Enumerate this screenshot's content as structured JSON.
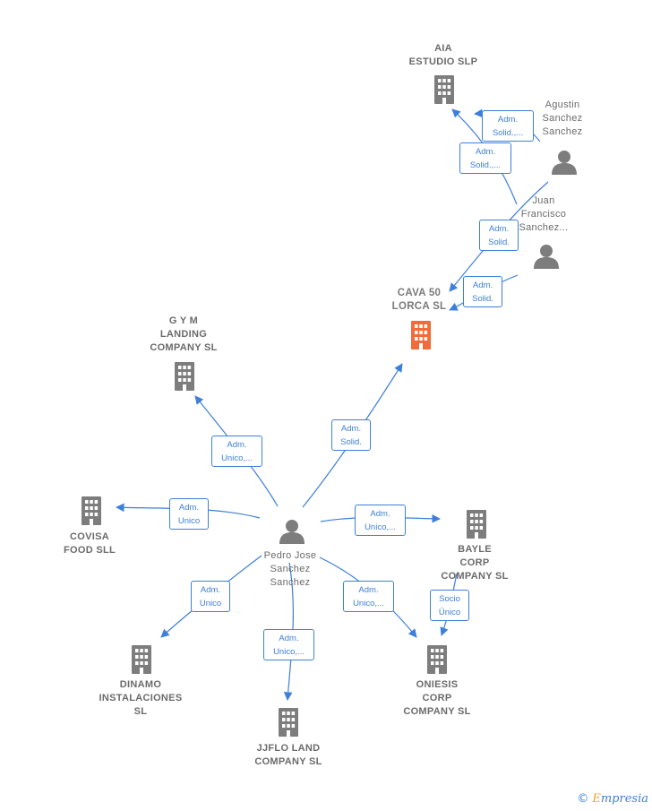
{
  "colors": {
    "edge": "#3d7fd9",
    "building": "#7d7d7d",
    "building_focus": "#f26b3a",
    "person": "#7d7d7d"
  },
  "nodes": {
    "aia": {
      "label": "AIA\nESTUDIO SLP",
      "type": "company",
      "icon": "building-icon"
    },
    "agustin": {
      "label": "Agustin\nSanchez\nSanchez",
      "type": "person",
      "icon": "person-icon"
    },
    "juan": {
      "label": "Juan\nFrancisco\nSanchez...",
      "type": "person",
      "icon": "person-icon"
    },
    "cava": {
      "label": "CAVA 50\nLORCA  SL",
      "type": "company-focus",
      "icon": "building-icon"
    },
    "gym": {
      "label": "G Y M\nLANDING\nCOMPANY  SL",
      "type": "company",
      "icon": "building-icon"
    },
    "covisa": {
      "label": "COVISA\nFOOD  SLL",
      "type": "company",
      "icon": "building-icon"
    },
    "pedro": {
      "label": "Pedro Jose\nSanchez\nSanchez",
      "type": "person",
      "icon": "person-icon"
    },
    "bayle": {
      "label": "BAYLE\nCORP\nCOMPANY  SL",
      "type": "company",
      "icon": "building-icon"
    },
    "dinamo": {
      "label": "DINAMO\nINSTALACIONES\nSL",
      "type": "company",
      "icon": "building-icon"
    },
    "jjflo": {
      "label": "JJFLO LAND\nCOMPANY  SL",
      "type": "company",
      "icon": "building-icon"
    },
    "oniesis": {
      "label": "ONIESIS\nCORP\nCOMPANY  SL",
      "type": "company",
      "icon": "building-icon"
    }
  },
  "roles": {
    "agustin_aia": "Adm.\nSolid.,...",
    "juan_aia": "Adm.\nSolid.,...",
    "juan_cava": "Adm.\nSolid.",
    "agustin_cava": "Adm.\nSolid.",
    "pedro_cava": "Adm.\nSolid.",
    "pedro_gym": "Adm.\nUnico,...",
    "pedro_covisa": "Adm.\nUnico",
    "pedro_bayle": "Adm.\nUnico,...",
    "pedro_dinamo": "Adm.\nUnico",
    "pedro_jjflo": "Adm.\nUnico,...",
    "pedro_oniesis": "Adm.\nUnico,...",
    "bayle_oniesis": "Socio\nÚnico"
  },
  "brand": {
    "symbol": "©",
    "first": "E",
    "rest": "mpresia"
  }
}
